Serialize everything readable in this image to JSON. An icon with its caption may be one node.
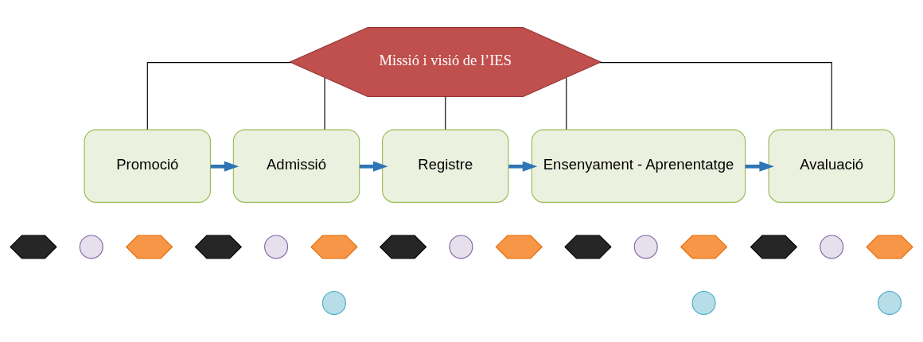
{
  "diagram": {
    "nodes": [
      {
        "text": [
          "Missió i visió de l’IES"
        ]
      },
      {
        "text": [
          "Promoció"
        ]
      },
      {
        "text": [
          "Admissió"
        ]
      },
      {
        "text": [
          "Registre"
        ]
      },
      {
        "text": [
          "Ensenyament - Aprenentatge"
        ]
      },
      {
        "text": [
          "Avaluació"
        ]
      },
      {
        "text": [],
        "shape": "hexagon"
      },
      {
        "text": [],
        "shape": "circle"
      },
      {
        "text": [],
        "shape": "hexagon"
      },
      {
        "text": [],
        "shape": "circle"
      },
      {
        "text": [],
        "shape": "hexagon"
      },
      {
        "text": [],
        "shape": "circle"
      },
      {
        "text": [],
        "shape": "hexagon"
      },
      {
        "text": [],
        "shape": "circle"
      },
      {
        "text": [],
        "shape": "hexagon"
      },
      {
        "text": [],
        "shape": "circle"
      },
      {
        "text": [],
        "shape": "hexagon"
      },
      {
        "text": [],
        "shape": "hexagon"
      },
      {
        "text": [],
        "shape": "circle"
      },
      {
        "text": [],
        "shape": "hexagon"
      },
      {
        "text": [],
        "shape": "hexagon"
      },
      {
        "text": [],
        "shape": "circle"
      },
      {
        "text": [],
        "shape": "hexagon"
      },
      {
        "text": [],
        "shape": "circle"
      }
    ],
    "edges": [
      {
        "from": 0,
        "to": 1,
        "arrow": "none"
      },
      {
        "from": 0,
        "to": 2,
        "arrow": "none"
      },
      {
        "from": 0,
        "to": 3,
        "arrow": "none"
      },
      {
        "from": 0,
        "to": 4,
        "arrow": "none"
      },
      {
        "from": 0,
        "to": 5,
        "arrow": "none"
      },
      {
        "from": 1,
        "to": 2,
        "arrow": "to",
        "style": "thick",
        "color": "#2e75b6"
      },
      {
        "from": 2,
        "to": 3,
        "arrow": "to",
        "style": "thick",
        "color": "#2e75b6"
      },
      {
        "from": 3,
        "to": 4,
        "arrow": "to",
        "style": "thick",
        "color": "#2e75b6"
      },
      {
        "from": 4,
        "to": 5,
        "arrow": "to",
        "style": "thick",
        "color": "#2e75b6"
      }
    ]
  }
}
